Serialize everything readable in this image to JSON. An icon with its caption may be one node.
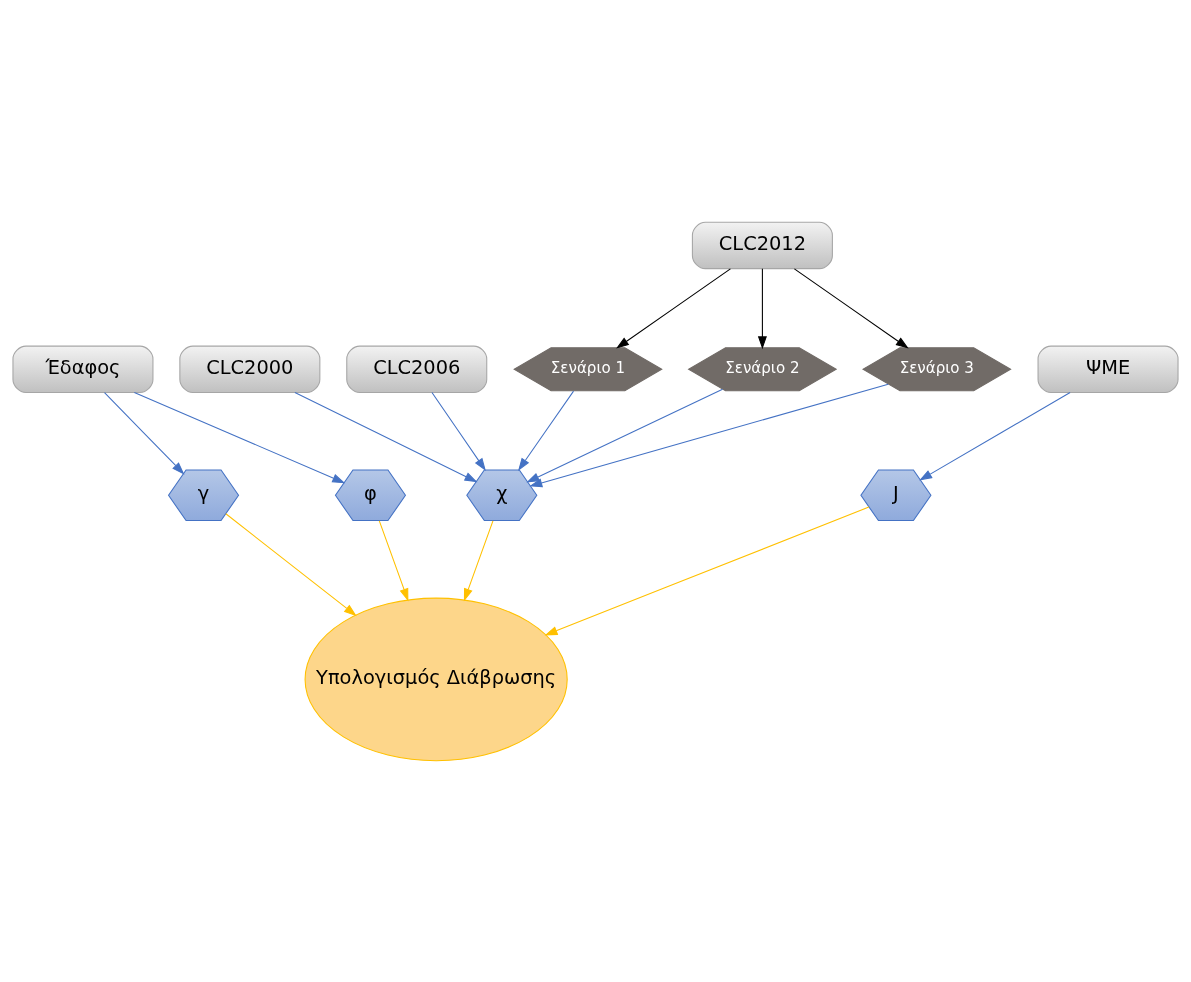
{
  "diagram": {
    "nodes": [
      {
        "text": [
          "CLC2000"
        ]
      },
      {
        "text": [
          "CLC2006"
        ]
      },
      {
        "text": [
          "CLC2012"
        ]
      },
      {
        "text": [
          "Έδαφος"
        ]
      },
      {
        "text": [
          "ΨΜΕ"
        ]
      },
      {
        "text": [
          "Σενάριο 1"
        ]
      },
      {
        "text": [
          "Σενάριο 2"
        ]
      },
      {
        "text": [
          "Σενάριο 3"
        ]
      },
      {
        "text": [
          "χ"
        ]
      },
      {
        "text": [
          "γ"
        ]
      },
      {
        "text": [
          "φ"
        ]
      },
      {
        "text": [
          "J"
        ]
      },
      {
        "text": [
          "Υπολογισμός Διάβρωσης"
        ]
      }
    ],
    "edges": [
      {
        "from": 2,
        "to": 5,
        "arrow": "to",
        "color": "#000000"
      },
      {
        "from": 2,
        "to": 6,
        "arrow": "to",
        "color": "#000000"
      },
      {
        "from": 2,
        "to": 7,
        "arrow": "to",
        "color": "#000000"
      },
      {
        "from": 0,
        "to": 8,
        "arrow": "to"
      },
      {
        "from": 1,
        "to": 8,
        "arrow": "to"
      },
      {
        "from": 5,
        "to": 8,
        "arrow": "to"
      },
      {
        "from": 6,
        "to": 8,
        "arrow": "to"
      },
      {
        "from": 7,
        "to": 8,
        "arrow": "to"
      },
      {
        "from": 3,
        "to": 9,
        "arrow": "to"
      },
      {
        "from": 3,
        "to": 10,
        "arrow": "to"
      },
      {
        "from": 4,
        "to": 11,
        "arrow": "to"
      },
      {
        "from": 8,
        "to": 12,
        "arrow": "to",
        "color": "#ffc000"
      },
      {
        "from": 9,
        "to": 12,
        "arrow": "to",
        "color": "#ffc000"
      },
      {
        "from": 10,
        "to": 12,
        "arrow": "to",
        "color": "#ffc000"
      },
      {
        "from": 11,
        "to": 12,
        "arrow": "to",
        "color": "#ffc000"
      }
    ]
  }
}
